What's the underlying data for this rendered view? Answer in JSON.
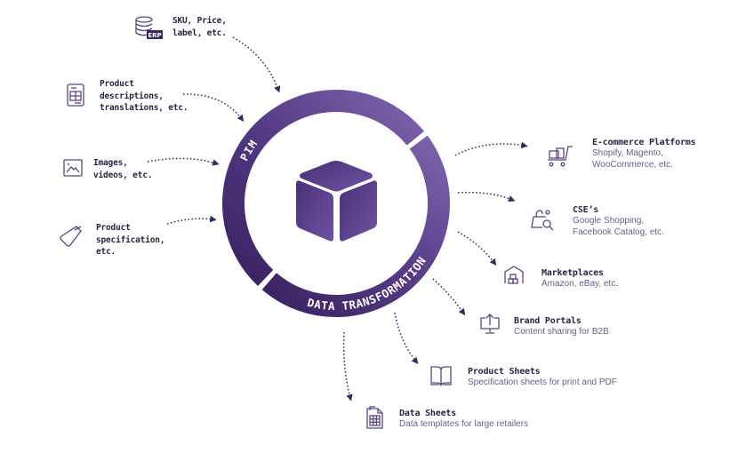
{
  "colors": {
    "ring_dark": "#3b2262",
    "ring_light": "#7d63ab",
    "text_dark": "#2d1f45",
    "text_sub": "#6b5c8a",
    "icon": "#5b4585",
    "arrow": "#3d2660"
  },
  "center": {
    "icon": "cube-icon",
    "ring_segments": [
      {
        "label": "PIM"
      },
      {
        "label": "DATA TRANSFORMATION"
      }
    ]
  },
  "sources": [
    {
      "icon": "erp-database-icon",
      "icon_badge": "ERP",
      "lines": [
        "SKU, Price,",
        "label, etc."
      ]
    },
    {
      "icon": "document-table-icon",
      "lines": [
        "Product",
        "descriptions,",
        "translations, etc."
      ]
    },
    {
      "icon": "image-icon",
      "lines": [
        "Images,",
        "videos, etc."
      ]
    },
    {
      "icon": "tag-icon",
      "lines": [
        "Product",
        "specification,",
        "etc."
      ]
    }
  ],
  "outputs": [
    {
      "icon": "shopping-cart-icon",
      "title": "E-commerce Platforms",
      "sub": [
        "Shopify, Magento,",
        "WooCommerce, etc."
      ]
    },
    {
      "icon": "shopping-bag-search-icon",
      "title": "CSE’s",
      "sub": [
        "Google Shopping,",
        "Facebook Catalog, etc."
      ]
    },
    {
      "icon": "store-boxes-icon",
      "title": "Marketplaces",
      "sub": [
        "Amazon, eBay, etc."
      ]
    },
    {
      "icon": "monitor-upload-icon",
      "title": "Brand Portals",
      "sub": [
        "Content sharing for B2B"
      ]
    },
    {
      "icon": "open-book-icon",
      "title": "Product Sheets",
      "sub": [
        "Specification sheets for print and PDF"
      ]
    },
    {
      "icon": "spreadsheet-file-icon",
      "title": "Data Sheets",
      "sub": [
        "Data templates for large retailers"
      ]
    }
  ]
}
